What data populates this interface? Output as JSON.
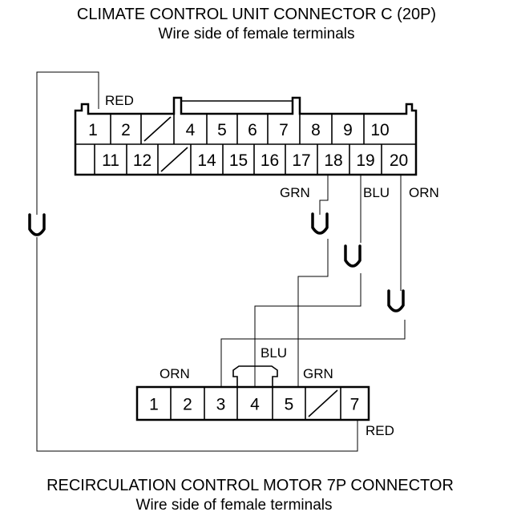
{
  "header": {
    "title": "CLIMATE CONTROL UNIT CONNECTOR C (20P)",
    "subtitle": "Wire side of female terminals"
  },
  "footer": {
    "title": "RECIRCULATION CONTROL MOTOR 7P CONNECTOR",
    "subtitle": "Wire side of female terminals"
  },
  "connector_c": {
    "row1": [
      "1",
      "2",
      "",
      "4",
      "5",
      "6",
      "7",
      "8",
      "9",
      "10"
    ],
    "row2": [
      "",
      "11",
      "12",
      "",
      "14",
      "15",
      "16",
      "17",
      "18",
      "19",
      "20"
    ]
  },
  "connector_motor": {
    "pins": [
      "1",
      "2",
      "3",
      "4",
      "5",
      "",
      "7"
    ]
  },
  "wires": {
    "red_top": "RED",
    "grn_top": "GRN",
    "blu_top": "BLU",
    "orn_top": "ORN",
    "orn_bottom": "ORN",
    "blu_bottom": "BLU",
    "grn_bottom": "GRN",
    "red_bottom": "RED"
  }
}
